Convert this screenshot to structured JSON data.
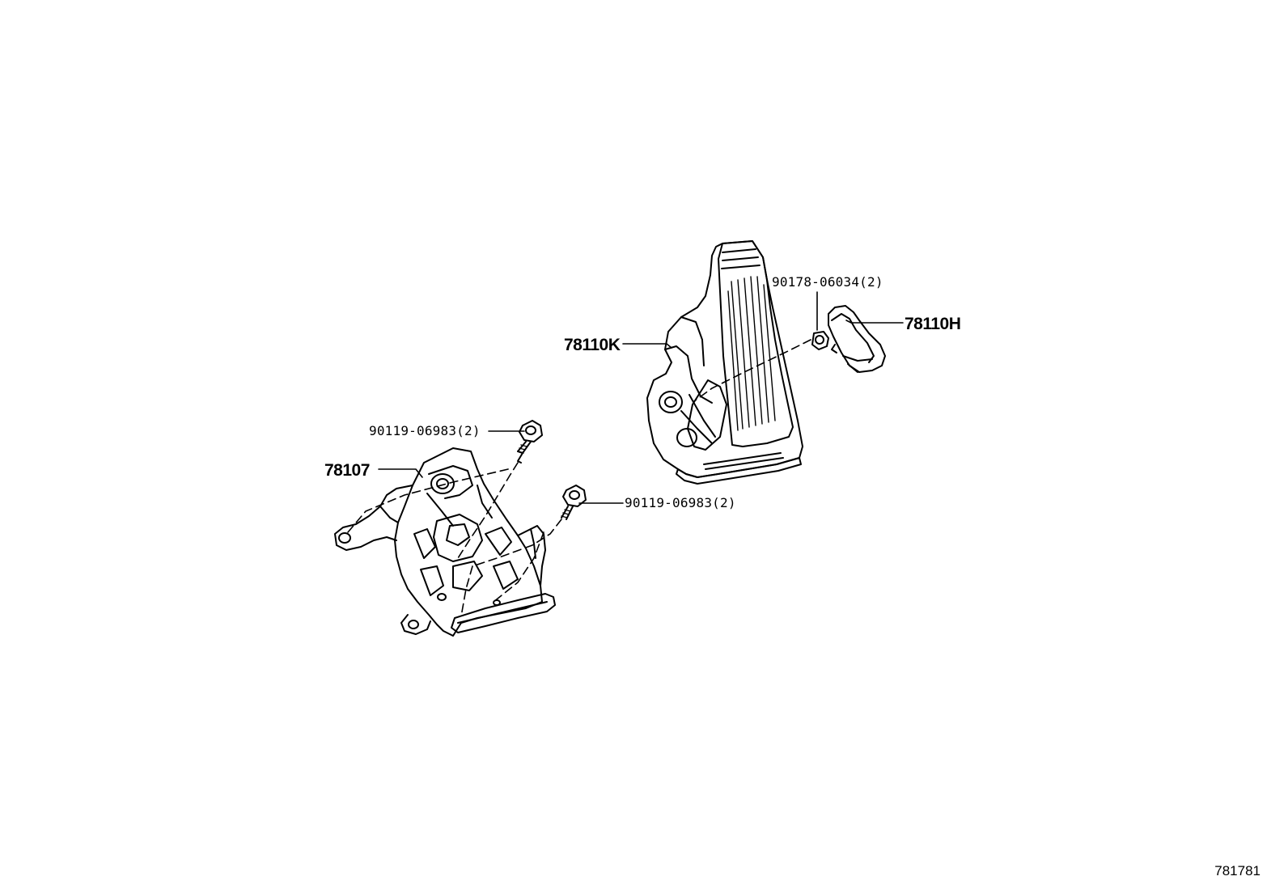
{
  "diagram": {
    "id_label": "781781",
    "callouts": {
      "pedal_assy": "78110K",
      "pedal_cover": "78110H",
      "nut": "90178-06034(2)",
      "bracket": "78107",
      "bolt_upper": "90119-06983(2)",
      "bolt_lower": "90119-06983(2)"
    }
  },
  "colors": {
    "ink": "#000000",
    "paper": "#ffffff"
  }
}
